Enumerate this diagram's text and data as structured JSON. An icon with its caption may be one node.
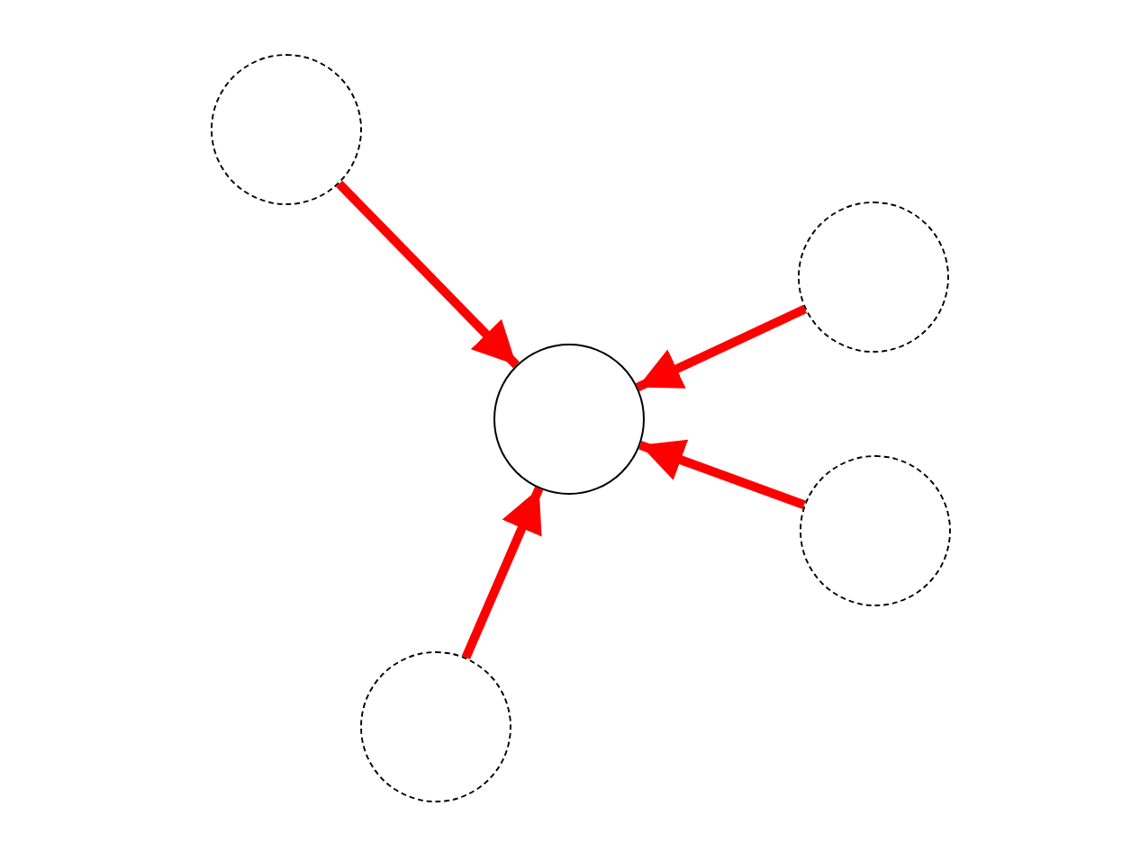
{
  "diagram": {
    "nodes": [
      {
        "text": [],
        "shape": "circle"
      },
      {
        "text": [],
        "shape": "circle"
      },
      {
        "text": [],
        "shape": "circle"
      },
      {
        "text": [],
        "shape": "circle"
      },
      {
        "text": [],
        "shape": "circle"
      }
    ],
    "edges": [
      {
        "from": 0,
        "to": 2,
        "arrow": "to"
      },
      {
        "from": 1,
        "to": 2,
        "arrow": "to"
      },
      {
        "from": 3,
        "to": 2,
        "arrow": "to"
      },
      {
        "from": 4,
        "to": 2,
        "arrow": "to"
      }
    ]
  }
}
